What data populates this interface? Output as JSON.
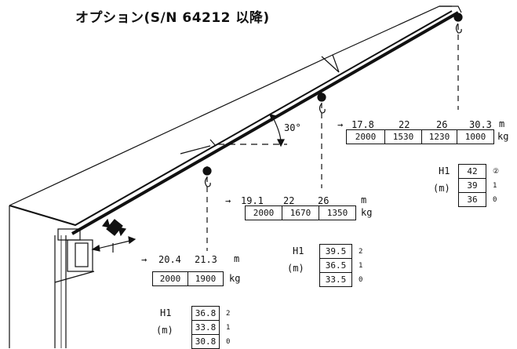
{
  "title": "オプション(S/N 64212 以降)",
  "angle_label": "30°",
  "config1": {
    "radii": [
      "17.8",
      "22",
      "26",
      "30.3"
    ],
    "radius_unit": "m",
    "loads": [
      "2000",
      "1530",
      "1230",
      "1000"
    ],
    "load_unit": "kg",
    "h_label": "H1",
    "h_unit": "(m)",
    "heights": [
      {
        "value": "42",
        "note": "②"
      },
      {
        "value": "39",
        "note": "1"
      },
      {
        "value": "36",
        "note": "0"
      }
    ]
  },
  "config2": {
    "radii": [
      "19.1",
      "22",
      "26"
    ],
    "radius_unit": "m",
    "loads": [
      "2000",
      "1670",
      "1350"
    ],
    "load_unit": "kg",
    "h_label": "H1",
    "h_unit": "(m)",
    "heights": [
      {
        "value": "39.5",
        "note": "2"
      },
      {
        "value": "36.5",
        "note": "1"
      },
      {
        "value": "33.5",
        "note": "0"
      }
    ]
  },
  "config3": {
    "radii": [
      "20.4",
      "21.3"
    ],
    "radius_unit": "m",
    "loads": [
      "2000",
      "1900"
    ],
    "load_unit": "kg",
    "h_label": "H1",
    "h_unit": "(m)",
    "heights": [
      {
        "value": "36.8",
        "note": "2"
      },
      {
        "value": "33.8",
        "note": "1"
      },
      {
        "value": "30.8",
        "note": "0"
      }
    ]
  },
  "arrow": "→"
}
